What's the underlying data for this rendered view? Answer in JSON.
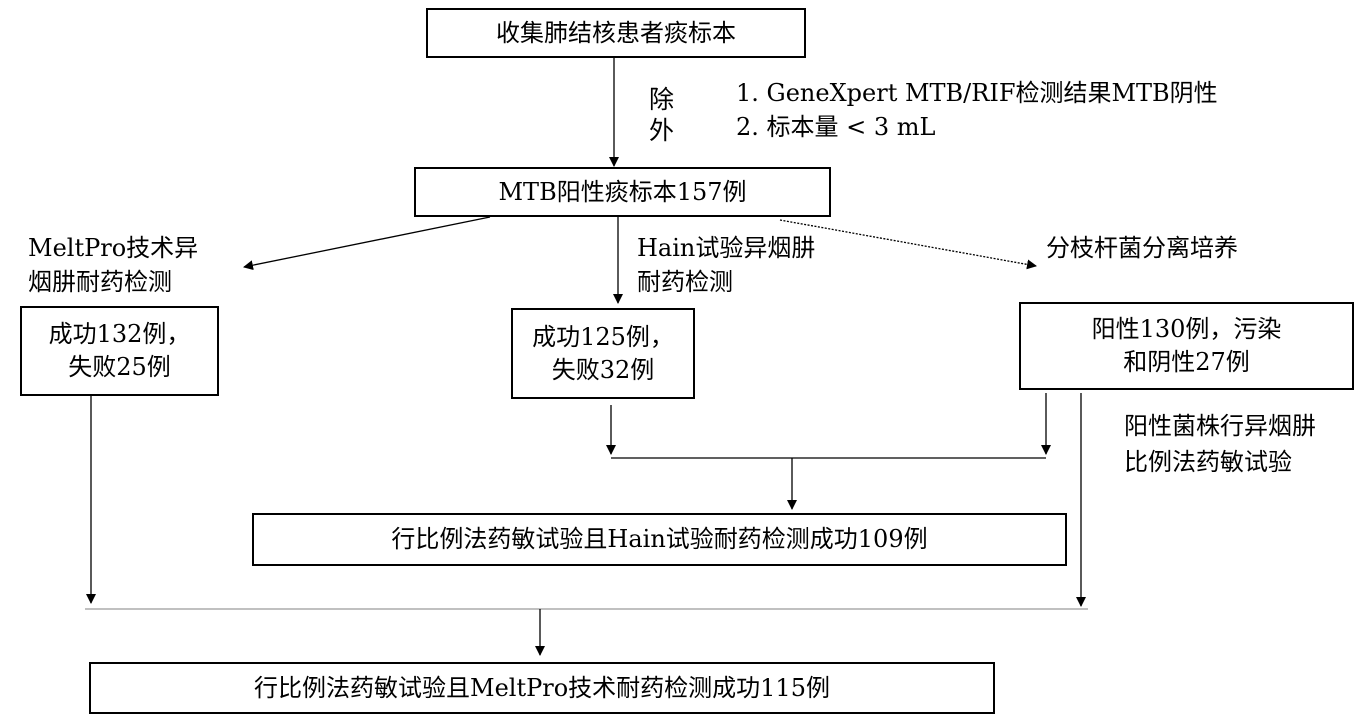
{
  "boxes": {
    "collect": "收集肺结核患者痰标本",
    "positive": "MTB阳性痰标本157例",
    "meltpro_result": [
      "成功132例，",
      "失败25例"
    ],
    "hain_result": [
      "成功125例，",
      "失败32例"
    ],
    "culture_result": [
      "阳性130例，污染",
      "和阴性27例"
    ],
    "hain_final": "行比例法药敏试验且Hain试验耐药检测成功109例",
    "meltpro_final": "行比例法药敏试验且MeltPro技术耐药检测成功115例"
  },
  "labels": {
    "exclude": [
      "除",
      "外"
    ],
    "exclusion_criteria": [
      "1. GeneXpert MTB/RIF检测结果MTB阴性",
      "2. 标本量 < 3 mL"
    ],
    "meltpro_method": [
      "MeltPro技术异",
      "烟肼耐药检测"
    ],
    "hain_method": [
      "Hain试验异烟肼",
      "耐药检测"
    ],
    "culture_method": "分枝杆菌分离培养",
    "proportion_method": [
      "阳性菌株行异烟肼",
      "比例法药敏试验"
    ]
  }
}
